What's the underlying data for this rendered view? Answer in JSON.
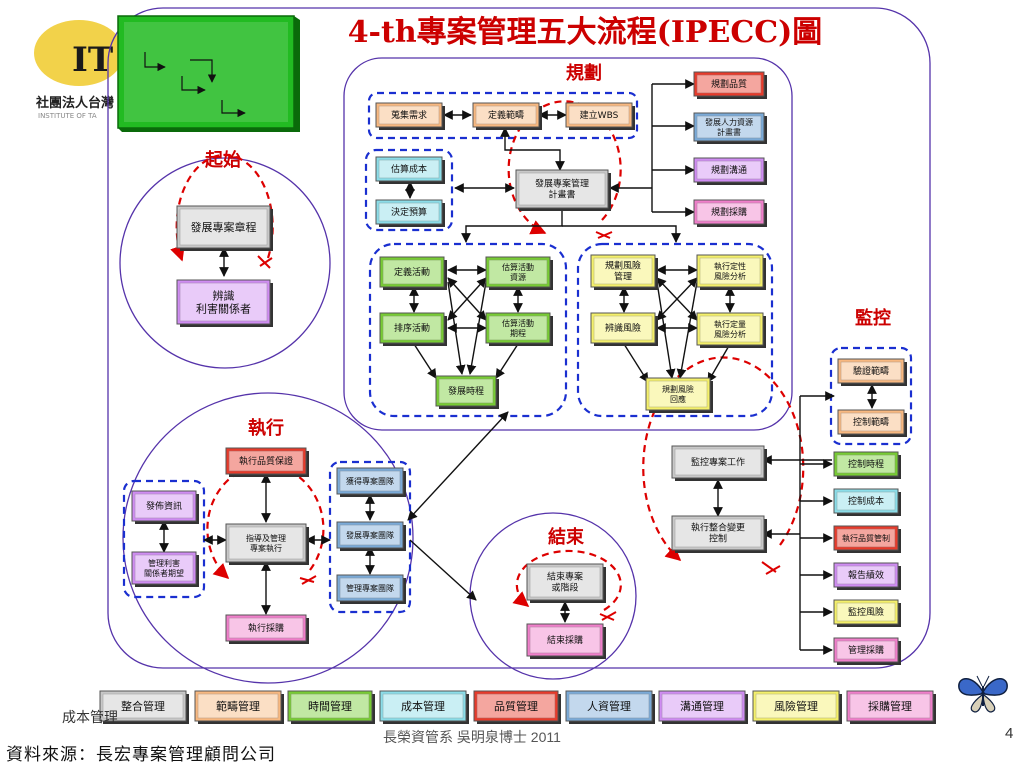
{
  "title": "4-th專案管理五大流程(IPECC)圖",
  "logo": {
    "org_name": "社團法人台灣",
    "institute": "INSTITUTE OF TA"
  },
  "legend": {
    "start": "起始",
    "plan": "規劃",
    "monitor": "監控",
    "execute": "執行",
    "close": "結束"
  },
  "groups": {
    "initiating": "起始",
    "planning": "規劃",
    "executing": "執行",
    "monitoring": "監控",
    "closing": "結束"
  },
  "initiating": {
    "charter": "發展專案章程",
    "stakeholders": [
      "辨識",
      "利害關係者"
    ]
  },
  "planning": {
    "collect_req": "蒐集需求",
    "define_scope": "定義範疇",
    "create_wbs": "建立WBS",
    "estimate_costs": "估算成本",
    "determine_budget": "決定預算",
    "develop_pmp": [
      "發展專案管理",
      "計畫書"
    ],
    "plan_quality": "規劃品質",
    "plan_hr": [
      "發展人力資源",
      "計畫書"
    ],
    "plan_comm": "規劃溝通",
    "plan_proc": "規劃採購",
    "define_act": "定義活動",
    "est_resources": [
      "估算活動",
      "資源"
    ],
    "sequence_act": "排序活動",
    "est_durations": [
      "估算活動",
      "期程"
    ],
    "develop_schedule": "發展時程",
    "plan_risk": [
      "規劃風險",
      "管理"
    ],
    "qual_risk": [
      "執行定性",
      "風險分析"
    ],
    "identify_risk": "辨識風險",
    "quant_risk": [
      "執行定量",
      "風險分析"
    ],
    "risk_response": [
      "規劃風險",
      "回應"
    ]
  },
  "monitoring": {
    "verify_scope": "驗證範疇",
    "control_scope": "控制範疇",
    "monitor_work": "監控專案工作",
    "integrated_change": [
      "執行整合變更",
      "控制"
    ],
    "control_schedule": "控制時程",
    "control_costs": "控制成本",
    "quality_control": "執行品質管制",
    "report_perf": "報告績效",
    "monitor_risks": "監控風險",
    "admin_proc": "管理採購"
  },
  "executing": {
    "qa": "執行品質保證",
    "distribute_info": "發佈資訊",
    "manage_expectations": [
      "管理利害",
      "關係者期望"
    ],
    "direct_manage": [
      "指導及管理",
      "專案執行"
    ],
    "acquire_team": "獲得專案團隊",
    "develop_team": "發展專案團隊",
    "manage_team": "管理專案團隊",
    "conduct_proc": "執行採購"
  },
  "closing": {
    "close_project": [
      "結束專案",
      "或階段"
    ],
    "close_proc": "結束採購"
  },
  "knowledge_areas": [
    "整合管理",
    "範疇管理",
    "時間管理",
    "成本管理",
    "品質管理",
    "人資管理",
    "溝通管理",
    "風險管理",
    "採購管理"
  ],
  "footer": {
    "overlay_label": "成本管理",
    "credit": "長榮資管系 吳明泉博士 2011",
    "page": "4",
    "source": "資料來源：長宏專案管理顧問公司"
  },
  "colors": {
    "title_red": "#cc0000",
    "ring": "#5533aa",
    "dashed": "#1a2fd0",
    "arc_red": "#dd0000",
    "gray": "#c8c8c8",
    "pink": "#f07eca",
    "purple": "#cf8cf2",
    "orange": "#f6a666",
    "green": "#77cc33",
    "yellow": "#f4f06a",
    "red": "#e83a2a",
    "blue": "#7aaad8",
    "cyan": "#8bdde8",
    "peach": "#f8b880",
    "legend_bg": "#22bb22"
  }
}
